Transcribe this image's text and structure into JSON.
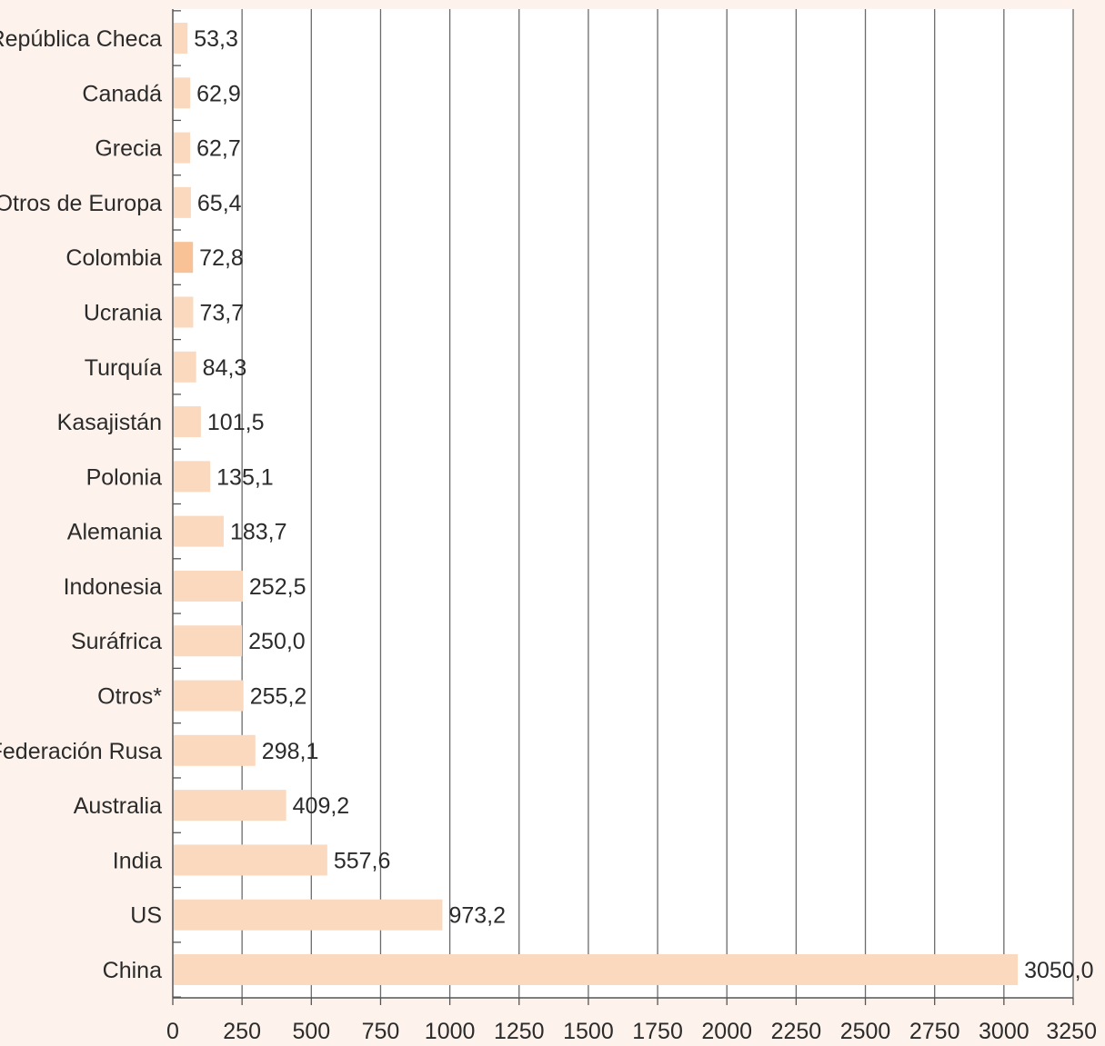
{
  "chart_data": {
    "type": "bar",
    "orientation": "horizontal",
    "title": "",
    "xlabel": "",
    "ylabel": "",
    "xlim": [
      0,
      3250
    ],
    "x_ticks": [
      0,
      250,
      500,
      750,
      1000,
      1250,
      1500,
      1750,
      2000,
      2250,
      2500,
      2750,
      3000,
      3250
    ],
    "grid": "vertical",
    "categories": [
      "República Checa",
      "Canadá",
      "Grecia",
      "Otros de Europa",
      "Colombia",
      "Ucrania",
      "Turquía",
      "Kasajistán",
      "Polonia",
      "Alemania",
      "Indonesia",
      "Suráfrica",
      "Otros*",
      "Federación Rusa",
      "Australia",
      "India",
      "US",
      "China"
    ],
    "values": [
      53.3,
      62.9,
      62.7,
      65.4,
      72.8,
      73.7,
      84.3,
      101.5,
      135.1,
      183.7,
      252.5,
      250.0,
      255.2,
      298.1,
      409.2,
      557.6,
      973.2,
      3050.0
    ],
    "value_labels": [
      "53,3",
      "62,9",
      "62,7",
      "65,4",
      "72,8",
      "73,7",
      "84,3",
      "101,5",
      "135,1",
      "183,7",
      "252,5",
      "250,0",
      "255,2",
      "298,1",
      "409,2",
      "557,6",
      "973,2",
      "3050,0"
    ],
    "highlight": "Colombia",
    "colors": {
      "background": "#fdf3ec",
      "plot_background": "#ffffff",
      "bar": "#fbd9bf",
      "bar_highlight": "#f8c196",
      "grid": "#6b6b6b",
      "axis": "#555555",
      "text": "#2b2b2b"
    }
  }
}
